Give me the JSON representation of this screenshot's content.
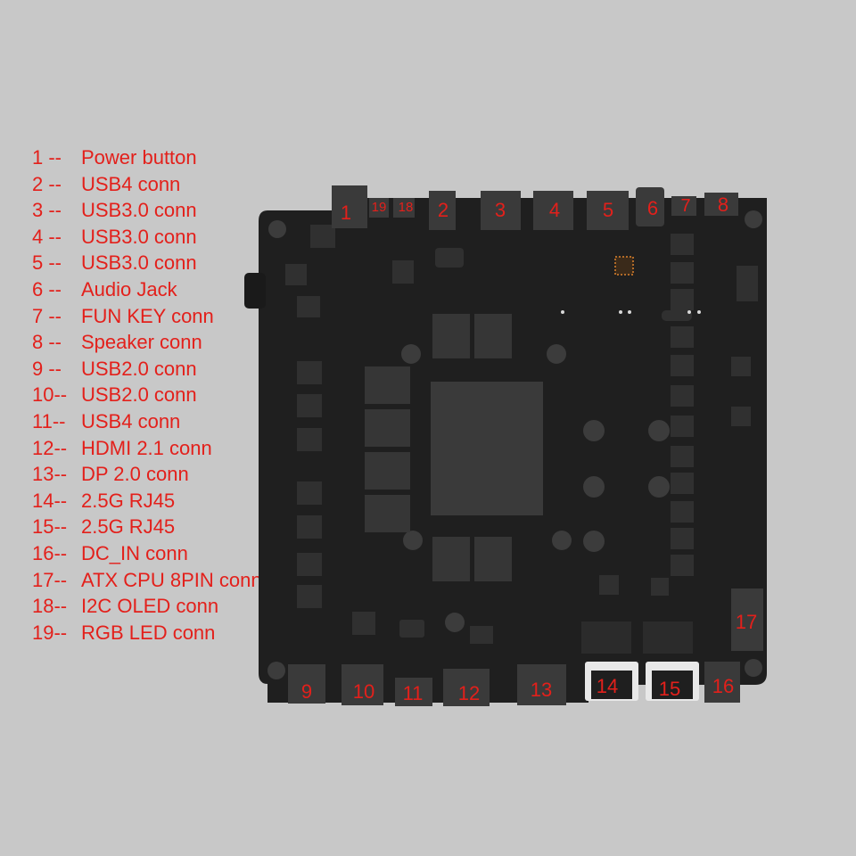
{
  "legend": [
    {
      "num": "1 --",
      "label": "Power button"
    },
    {
      "num": "2 --",
      "label": "USB4 conn"
    },
    {
      "num": "3 --",
      "label": "USB3.0 conn"
    },
    {
      "num": "4 --",
      "label": "USB3.0 conn"
    },
    {
      "num": "5 --",
      "label": "USB3.0 conn"
    },
    {
      "num": "6 --",
      "label": "Audio Jack"
    },
    {
      "num": "7 --",
      "label": "FUN KEY conn"
    },
    {
      "num": "8 --",
      "label": "Speaker conn"
    },
    {
      "num": "9 --",
      "label": "USB2.0 conn"
    },
    {
      "num": "10--",
      "label": "USB2.0 conn"
    },
    {
      "num": "11--",
      "label": "USB4 conn"
    },
    {
      "num": "12--",
      "label": "HDMI 2.1 conn"
    },
    {
      "num": "13--",
      "label": "DP 2.0 conn"
    },
    {
      "num": "14--",
      "label": "2.5G RJ45"
    },
    {
      "num": "15--",
      "label": "2.5G RJ45"
    },
    {
      "num": "16--",
      "label": "DC_IN conn"
    },
    {
      "num": "17--",
      "label": "ATX CPU 8PIN conn"
    },
    {
      "num": "18--",
      "label": "I2C OLED conn"
    },
    {
      "num": "19--",
      "label": "RGB LED conn"
    }
  ],
  "callouts": [
    "1",
    "2",
    "3",
    "4",
    "5",
    "6",
    "7",
    "8",
    "9",
    "10",
    "11",
    "12",
    "13",
    "14",
    "15",
    "16",
    "17",
    "18",
    "19"
  ]
}
